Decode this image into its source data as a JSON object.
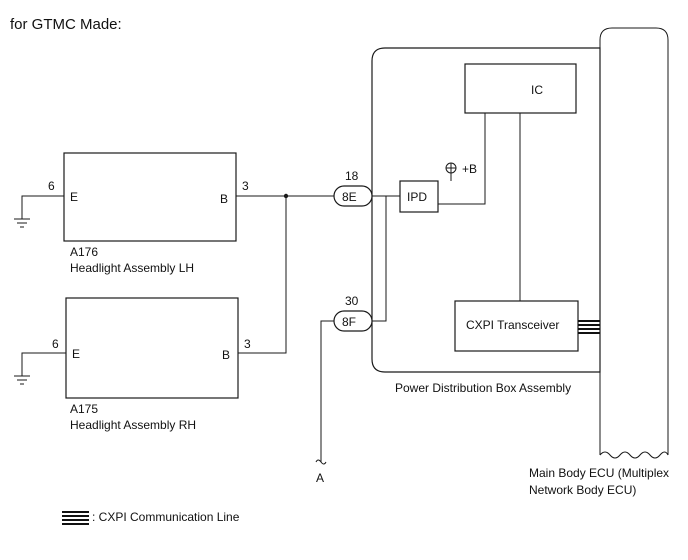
{
  "heading": "for GTMC Made:",
  "colors": {
    "line": "#1a1a1a",
    "background": "#ffffff"
  },
  "lh": {
    "code": "A176",
    "name": "Headlight Assembly LH",
    "pin_e_label": "E",
    "pin_b_label": "B",
    "pin_e_num": "6",
    "pin_b_num": "3"
  },
  "rh": {
    "code": "A175",
    "name": "Headlight Assembly RH",
    "pin_e_label": "E",
    "pin_b_label": "B",
    "pin_e_num": "6",
    "pin_b_num": "3"
  },
  "connectors": {
    "c8e": {
      "label": "8E",
      "pin": "18"
    },
    "c8f": {
      "label": "8F",
      "pin": "30"
    }
  },
  "pdb": {
    "name": "Power Distribution Box Assembly",
    "ic_label": "IC",
    "ipd_label": "IPD",
    "plus_b_label": "+B",
    "cxpi_label": "CXPI Transceiver"
  },
  "ecu": {
    "name_line1": "Main Body ECU (Multiplex",
    "name_line2": "Network Body ECU)"
  },
  "terminal_a": "A",
  "legend": {
    "text": ": CXPI Communication Line"
  }
}
